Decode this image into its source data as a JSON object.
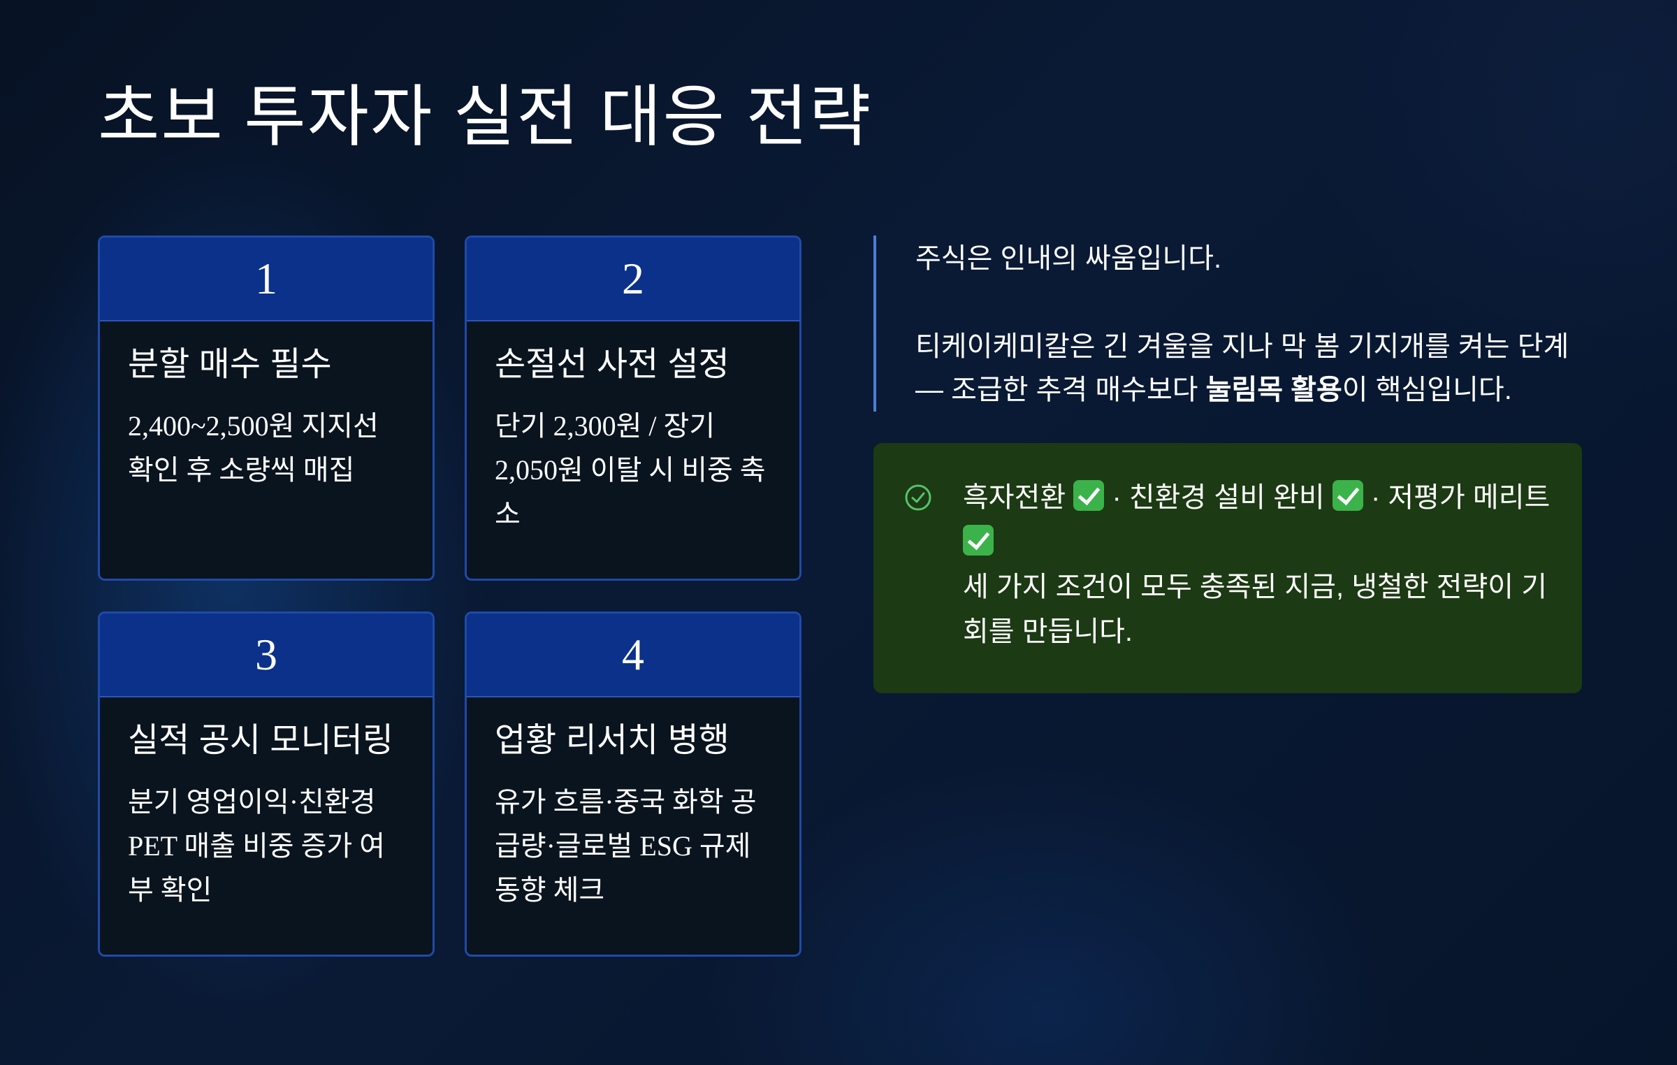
{
  "title": "초보 투자자 실전 대응 전략",
  "cards": [
    {
      "number": "1",
      "title": "분할 매수 필수",
      "lines": [
        "2,400~2,500원 지지선",
        "확인 후 소량씩 매집"
      ]
    },
    {
      "number": "2",
      "title": "손절선 사전 설정",
      "lines": [
        "단기 2,300원 / 장기",
        "2,050원 이탈 시 비중 축",
        "소"
      ]
    },
    {
      "number": "3",
      "title": "실적 공시 모니터링",
      "lines": [
        "분기 영업이익·친환경",
        "PET 매출 비중 증가 여",
        "부 확인"
      ]
    },
    {
      "number": "4",
      "title": "업황 리서치 병행",
      "lines": [
        "유가 흐름·중국 화학 공",
        "급량·글로벌 ESG 규제",
        "동향 체크"
      ]
    }
  ],
  "quote": {
    "line1": "주식은 인내의 싸움입니다.",
    "line2": "티케이케미칼은 긴 겨울을 지나 막 봄 기지개를 켜는 단계",
    "line3_prefix": "— 조급한 추격 매수보다 ",
    "line3_bold": "눌림목 활용",
    "line3_suffix": "이 핵심입니다."
  },
  "callout": {
    "icon": "check-circle-icon",
    "item1": "흑자전환",
    "sep1": " · 친환경 설비 완비 ",
    "sep2": " · 저평가 메리트",
    "line3": "세 가지 조건이 모두 충족된 지금, 냉철한 전략이 기",
    "line4": "회를 만듭니다.",
    "check_emoji": "✅"
  },
  "colors": {
    "card_header": "#0b318a",
    "card_border": "#1f4aa8",
    "card_body": "#0a141f",
    "callout_bg": "#1c3a13",
    "quote_bar": "#4a7fd6",
    "check_green": "#3bb34a"
  }
}
